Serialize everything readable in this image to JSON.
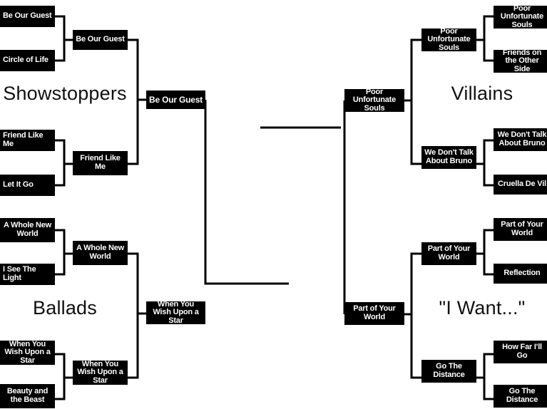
{
  "bracket": {
    "regions": [
      {
        "id": "showstoppers",
        "title": "Showstoppers"
      },
      {
        "id": "ballads",
        "title": "Ballads"
      },
      {
        "id": "villains",
        "title": "Villains"
      },
      {
        "id": "i-want",
        "title": "\"I Want...\""
      }
    ],
    "left": {
      "showstoppers": {
        "round1": [
          {
            "label": "Be Our Guest"
          },
          {
            "label": "Circle of Life"
          },
          {
            "label": "Friend Like Me"
          },
          {
            "label": "Let It Go"
          }
        ],
        "round2": [
          {
            "label": "Be Our Guest"
          },
          {
            "label": "Friend Like Me"
          }
        ],
        "round3": [
          {
            "label": "Be Our Guest"
          }
        ]
      },
      "ballads": {
        "round1": [
          {
            "label": "A Whole New World"
          },
          {
            "label": "I See The Light"
          },
          {
            "label": "When You Wish Upon a Star"
          },
          {
            "label": "Beauty and the Beast"
          }
        ],
        "round2": [
          {
            "label": "A Whole New World"
          },
          {
            "label": "When You Wish Upon a Star"
          }
        ],
        "round3": [
          {
            "label": "When You Wish Upon a Star"
          }
        ]
      }
    },
    "right": {
      "villains": {
        "round1": [
          {
            "label": "Poor Unfortunate Souls"
          },
          {
            "label": "Friends on the Other Side"
          },
          {
            "label": "We Don't Talk About Bruno"
          },
          {
            "label": "Cruella De Vil"
          }
        ],
        "round2": [
          {
            "label": "Poor Unfortunate Souls"
          },
          {
            "label": "We Don't Talk About Bruno"
          }
        ],
        "round3": [
          {
            "label": "Poor Unfortunate Souls"
          }
        ]
      },
      "i-want": {
        "round1": [
          {
            "label": "Part of Your World"
          },
          {
            "label": "Reflection"
          },
          {
            "label": "How Far I'll Go"
          },
          {
            "label": "Go The Distance"
          }
        ],
        "round2": [
          {
            "label": "Part of Your World"
          },
          {
            "label": "Go The Distance"
          }
        ],
        "round3": [
          {
            "label": "Part of Your World"
          }
        ]
      }
    },
    "colors": {
      "box_fill": "#000000",
      "box_text": "#ffffff",
      "line": "#000000",
      "background": "#ffffff",
      "title_text": "#111111"
    }
  }
}
